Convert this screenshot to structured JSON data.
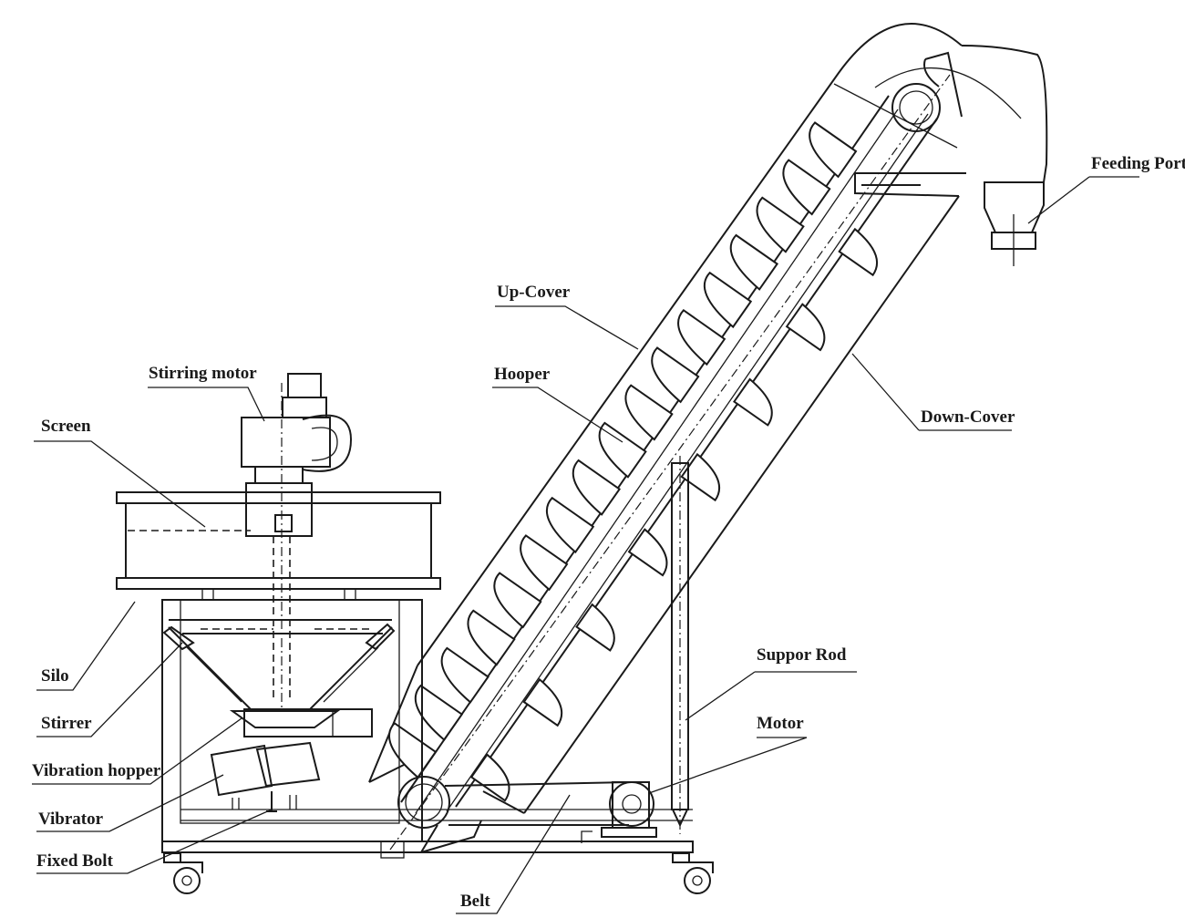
{
  "labels": {
    "feeding_port": "Feeding Port",
    "up_cover": "Up-Cover",
    "hooper": "Hooper",
    "down_cover": "Down-Cover",
    "stirring_motor": "Stirring motor",
    "screen": "Screen",
    "silo": "Silo",
    "stirrer": "Stirrer",
    "vibration_hopper": "Vibration hopper",
    "vibrator": "Vibrator",
    "fixed_bolt": "Fixed Bolt",
    "suppor_rod": "Suppor Rod",
    "motor": "Motor",
    "belt": "Belt"
  }
}
